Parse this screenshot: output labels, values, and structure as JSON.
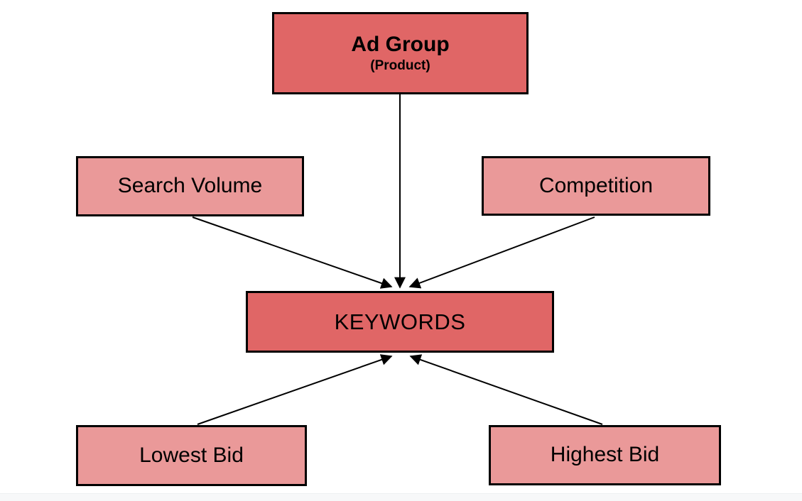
{
  "page": {
    "background_color": "#ffffff",
    "footer_strip_color": "#f7f8f9"
  },
  "diagram": {
    "colors": {
      "primary_fill": "#e06666",
      "secondary_fill": "#ea9999",
      "border": "#000000",
      "arrow": "#000000",
      "text": "#000000"
    },
    "nodes": [
      {
        "id": "ad-group",
        "label": "Ad Group",
        "sublabel": "(Product)",
        "style": "primary"
      },
      {
        "id": "search-volume",
        "label": "Search Volume",
        "style": "secondary"
      },
      {
        "id": "competition",
        "label": "Competition",
        "style": "secondary"
      },
      {
        "id": "keywords",
        "label": "KEYWORDS",
        "style": "primary"
      },
      {
        "id": "lowest-bid",
        "label": "Lowest Bid",
        "style": "secondary"
      },
      {
        "id": "highest-bid",
        "label": "Highest Bid",
        "style": "secondary"
      }
    ],
    "edges": [
      {
        "from": "ad-group",
        "to": "keywords"
      },
      {
        "from": "search-volume",
        "to": "keywords"
      },
      {
        "from": "competition",
        "to": "keywords"
      },
      {
        "from": "lowest-bid",
        "to": "keywords"
      },
      {
        "from": "highest-bid",
        "to": "keywords"
      }
    ]
  }
}
